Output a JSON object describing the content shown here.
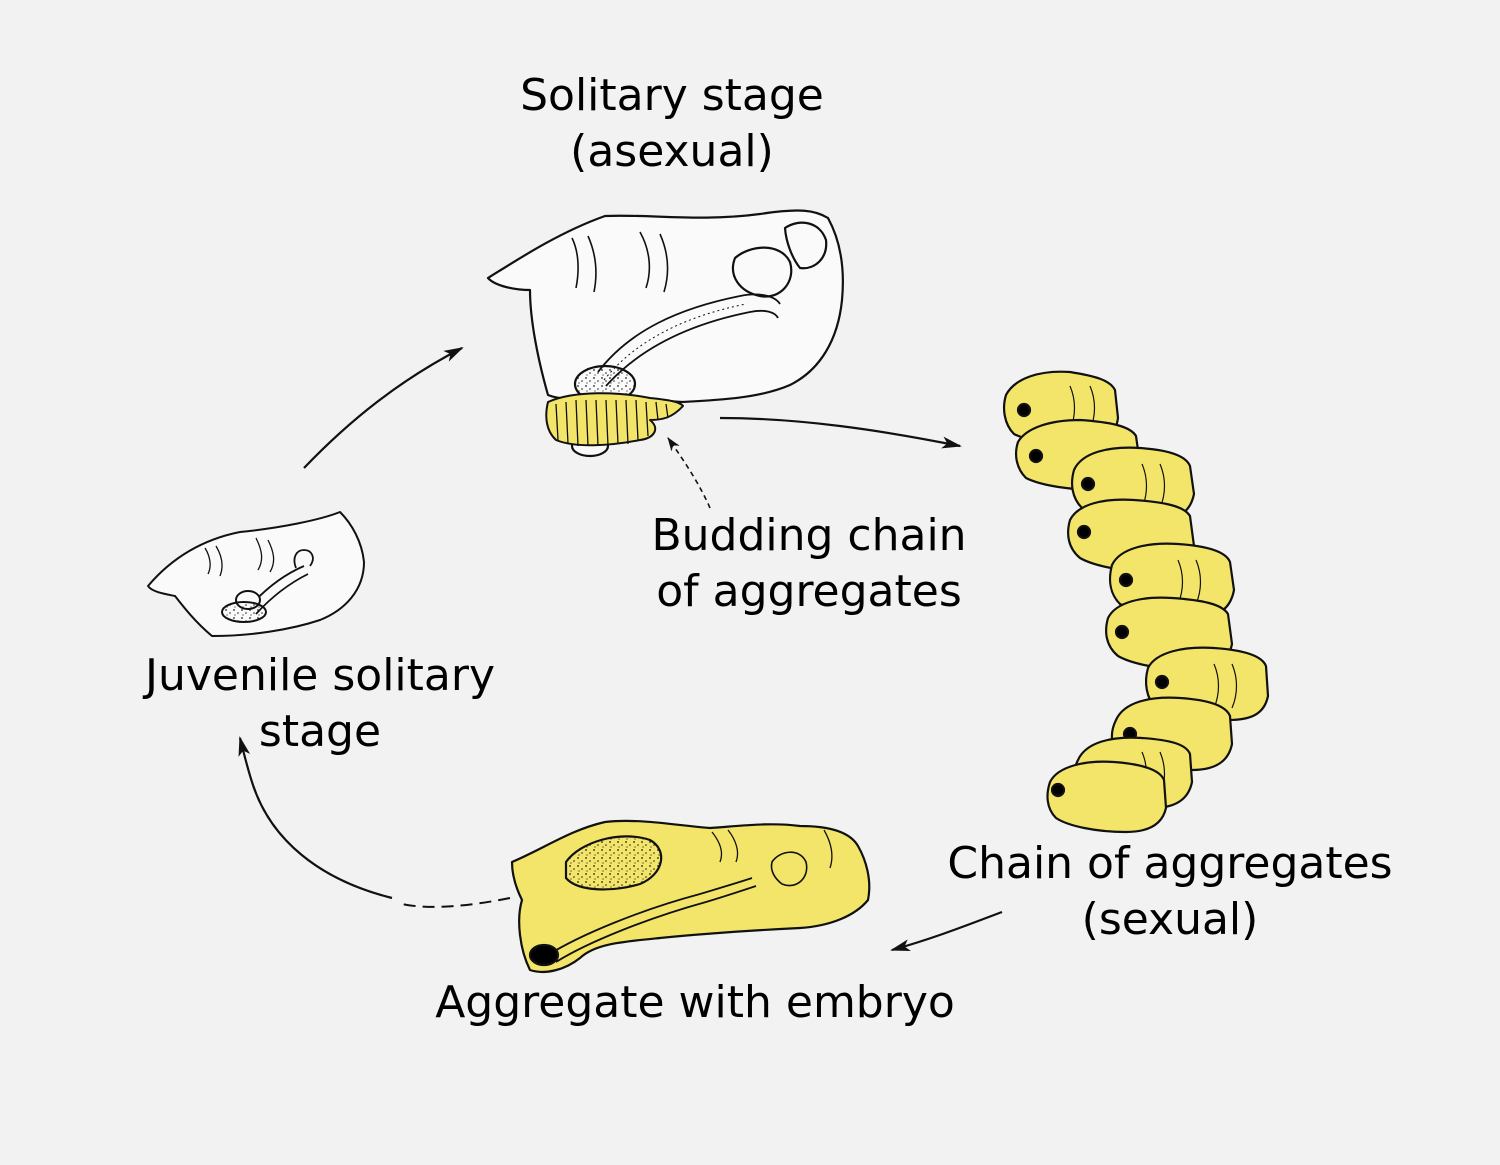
{
  "labels": {
    "solitary": {
      "line1": "Solitary stage",
      "line2": "(asexual)"
    },
    "budding": {
      "line1": "Budding chain",
      "line2": "of aggregates"
    },
    "juvenile": {
      "line1": "Juvenile solitary",
      "line2": "stage"
    },
    "chain": {
      "line1": "Chain of aggregates",
      "line2": "(sexual)"
    },
    "embryo": {
      "line1": "Aggregate with embryo"
    }
  },
  "colors": {
    "aggregate_fill": "#f3e46a",
    "outline": "#111111",
    "background": "#f2f2f2",
    "nucleus": "#000000"
  }
}
